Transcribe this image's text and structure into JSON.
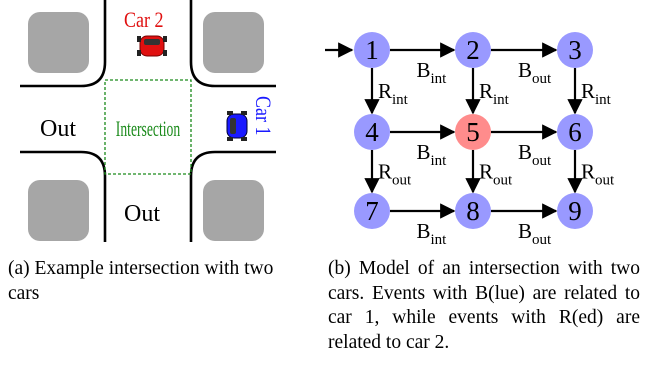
{
  "intersection": {
    "car1_label": "Car 1",
    "car2_label": "Car 2",
    "center_label": "Intersection",
    "out_left_label": "Out",
    "out_bottom_label": "Out",
    "colors": {
      "car1": "#1a1aff",
      "car2": "#e01010",
      "center": "#1a8a1a",
      "block": "#a6a6a6"
    }
  },
  "model": {
    "nodes": [
      {
        "id": "1",
        "color": "blue"
      },
      {
        "id": "2",
        "color": "blue"
      },
      {
        "id": "3",
        "color": "blue"
      },
      {
        "id": "4",
        "color": "blue"
      },
      {
        "id": "5",
        "color": "red"
      },
      {
        "id": "6",
        "color": "blue"
      },
      {
        "id": "7",
        "color": "blue"
      },
      {
        "id": "8",
        "color": "blue"
      },
      {
        "id": "9",
        "color": "blue"
      }
    ],
    "edges": [
      {
        "from": "1",
        "to": "2",
        "label": "B",
        "sub": "int"
      },
      {
        "from": "2",
        "to": "3",
        "label": "B",
        "sub": "out"
      },
      {
        "from": "4",
        "to": "5",
        "label": "B",
        "sub": "int"
      },
      {
        "from": "5",
        "to": "6",
        "label": "B",
        "sub": "out"
      },
      {
        "from": "7",
        "to": "8",
        "label": "B",
        "sub": "int"
      },
      {
        "from": "8",
        "to": "9",
        "label": "B",
        "sub": "out"
      },
      {
        "from": "1",
        "to": "4",
        "label": "R",
        "sub": "int"
      },
      {
        "from": "2",
        "to": "5",
        "label": "R",
        "sub": "int"
      },
      {
        "from": "3",
        "to": "6",
        "label": "R",
        "sub": "int"
      },
      {
        "from": "4",
        "to": "7",
        "label": "R",
        "sub": "out"
      },
      {
        "from": "5",
        "to": "8",
        "label": "R",
        "sub": "out"
      },
      {
        "from": "6",
        "to": "9",
        "label": "R",
        "sub": "out"
      }
    ],
    "colors": {
      "blue": "#9999ff",
      "red": "#ff8c8c"
    }
  },
  "captions": {
    "a": "(a) Example intersection with two cars",
    "b": "(b) Model of an intersection with two cars. Events with B(lue) are related to car 1, while events with R(ed) are related to car 2."
  }
}
